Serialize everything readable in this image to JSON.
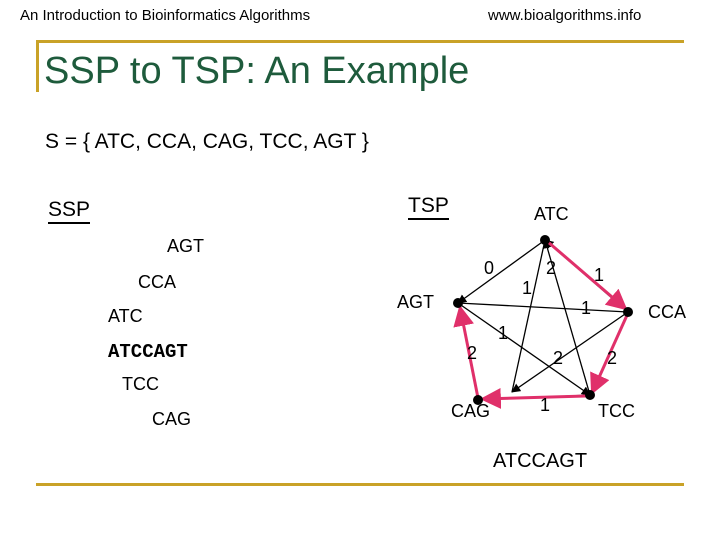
{
  "header": {
    "left": "An Introduction to Bioinformatics Algorithms",
    "right": "www.bioalgorithms.info"
  },
  "title": "SSP to TSP: An Example",
  "set_line": "S = { ATC, CCA, CAG, TCC, AGT }",
  "ssp": {
    "label": "SSP",
    "alignment": [
      "AGT",
      "CCA",
      "ATC",
      "ATCCAGT",
      "TCC",
      "CAG"
    ]
  },
  "tsp": {
    "label": "TSP",
    "nodes": [
      "ATC",
      "AGT",
      "CCA",
      "CAG",
      "TCC"
    ],
    "edge_weights": [
      "0",
      "1",
      "2",
      "1",
      "1",
      "1",
      "2",
      "2",
      "2",
      "1"
    ],
    "result": "ATCCAGT"
  },
  "colors": {
    "title": "#1e5b3c",
    "rule": "#c9a227",
    "path": "#e0306a"
  }
}
